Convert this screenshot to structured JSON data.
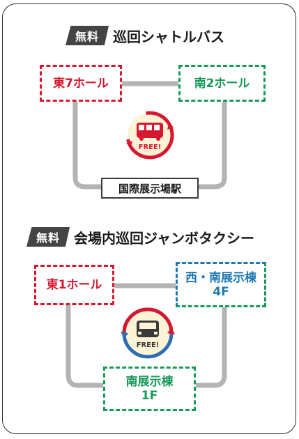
{
  "section1": {
    "badge": "無料",
    "title": "巡回シャトルバス",
    "left_station": "東7ホール",
    "right_station": "南2ホール",
    "bottom_station": "国際展示場駅",
    "icon_label": "FREE!"
  },
  "section2": {
    "badge": "無料",
    "title": "会場内巡回ジャンボタクシー",
    "left_station": "東1ホール",
    "right_station_line1": "西・南展示棟",
    "right_station_line2": "4F",
    "bottom_station_line1": "南展示棟",
    "bottom_station_line2": "1F",
    "icon_label": "FREE!"
  },
  "colors": {
    "red": "#d7172f",
    "green": "#159a57",
    "blue": "#1f78b4",
    "route_gray": "#b3b3b3",
    "badge_bg": "#444444"
  },
  "icons": {
    "bus": "bus-icon",
    "taxi": "taxi-icon"
  }
}
